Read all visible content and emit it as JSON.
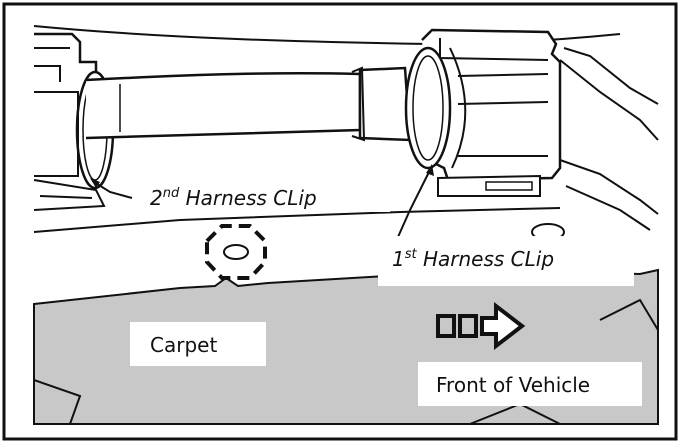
{
  "labels": {
    "clip2_prefix": "2",
    "clip2_sup": "nd",
    "clip2_text": " Harness CLip",
    "clip1_prefix": "1",
    "clip1_sup": "st",
    "clip1_text": " Harness CLip",
    "carpet": "Carpet",
    "front": "Front of Vehicle"
  },
  "colors": {
    "line": "#111111",
    "carpet_fill": "#c8c8c8",
    "background": "#ffffff",
    "label_box": "#ffffff"
  },
  "icons": {
    "direction": "front-direction-arrow-icon",
    "hex_hole": "dashed-hex-hole-icon"
  }
}
